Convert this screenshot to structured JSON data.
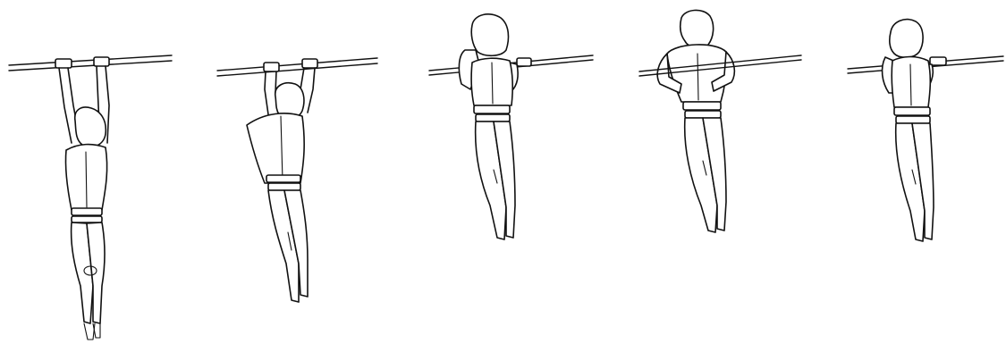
{
  "figure": {
    "panel_count": 5,
    "line_color": "#111111",
    "background": "#ffffff",
    "stages": [
      {
        "pose": "dead-hang"
      },
      {
        "pose": "initial-pull"
      },
      {
        "pose": "chin-over-bar"
      },
      {
        "pose": "chest-to-bar-back-view"
      },
      {
        "pose": "top-hold-side-view"
      }
    ]
  }
}
